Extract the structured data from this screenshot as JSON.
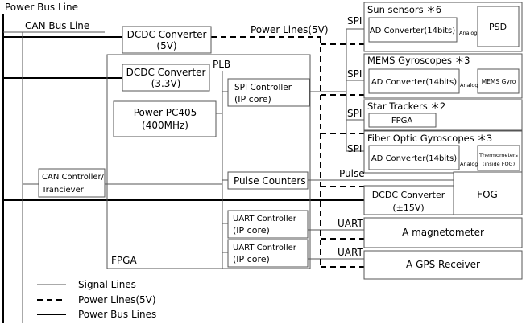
{
  "labels": {
    "power_bus_line": "Power Bus Line",
    "can_bus_line": "CAN Bus Line",
    "power_lines_5v_top": "Power Lines(5V)",
    "plb": "PLB",
    "fpga_label": "FPGA",
    "pulse": "Pulse",
    "uart_1": "UART",
    "uart_2": "UART",
    "spi_1": "SPI",
    "spi_2": "SPI",
    "spi_3": "SPI",
    "spi_4": "SPI"
  },
  "boxes": {
    "dcdc_5v": [
      "DCDC Converter",
      "(5V)"
    ],
    "dcdc_33v": [
      "DCDC Converter",
      "(3.3V)"
    ],
    "ppc": [
      "Power PC405",
      "(400MHz)"
    ],
    "spi_ctrl": [
      "SPI Controller",
      "(IP core)"
    ],
    "pulse_counters": [
      "Pulse Counters"
    ],
    "uart_ctrl_1": [
      "UART Controller",
      "(IP core)"
    ],
    "uart_ctrl_2": [
      "UART Controller",
      "(IP core)"
    ],
    "can_ctrl": [
      "CAN Controller/",
      "Tranciever"
    ],
    "sun_title": "Sun sensors ＊6",
    "sun_ad": "AD Converter(14bits)",
    "sun_analog": "Analog",
    "psd": "PSD",
    "mems_title": "MEMS Gyroscopes ＊3",
    "mems_ad": "AD Converter(14bits)",
    "mems_analog": "Analog",
    "mems_gyro": "MEMS Gyro",
    "star_title": "Star Trackers ＊2",
    "star_fpga": "FPGA",
    "fog_title": "Fiber Optic Gyroscopes ＊3",
    "fog_ad": "AD Converter(14bits)",
    "fog_analog": "Analog",
    "thermo": [
      "Thermometers",
      "(inside FOG)"
    ],
    "dcdc_15v": [
      "DCDC Converter",
      "(±15V)"
    ],
    "fog": "FOG",
    "magnetometer": "A magnetometer",
    "gps": "A GPS Receiver"
  },
  "legend": {
    "signal": "Signal Lines",
    "power5v": "Power Lines(5V)",
    "powerbus": "Power Bus Lines"
  }
}
